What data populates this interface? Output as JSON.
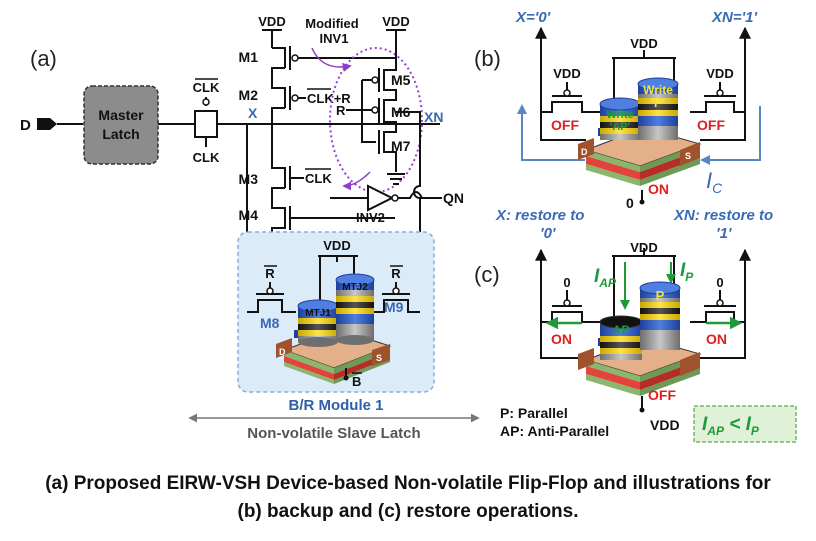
{
  "panel_a": {
    "label": "(a)",
    "d_input": "D",
    "master_latch_line1": "Master",
    "master_latch_line2": "Latch",
    "clk_bar": "CLK",
    "clk": "CLK",
    "node_x": "X",
    "node_xn": "XN",
    "vdd_left": "VDD",
    "vdd_right": "VDD",
    "modified_inv1_line1": "Modified",
    "modified_inv1_line2": "INV1",
    "m1": "M1",
    "m2": "M2",
    "m2_gate": "CLK+R",
    "m3": "M3",
    "m3_gate": "CLK",
    "m4": "M4",
    "m5": "M5",
    "m6": "M6",
    "m7": "M7",
    "r_gate": "R",
    "inv2": "INV2",
    "qn": "QN",
    "module_vdd": "VDD",
    "r_bar_left": "R",
    "r_bar_right": "R",
    "m8": "M8",
    "m9": "M9",
    "mtj1": "MTJ1",
    "mtj2": "MTJ2",
    "terminal_d": "D",
    "terminal_s": "S",
    "b_bar": "B",
    "module_title": "B/R Module 1",
    "slave_latch": "Non-volatile Slave Latch"
  },
  "panel_b": {
    "label": "(b)",
    "x_val": "X='0'",
    "xn_val": "XN='1'",
    "vdd_top": "VDD",
    "vdd_left": "VDD",
    "vdd_right": "VDD",
    "off_left": "OFF",
    "off_right": "OFF",
    "write_p_line1": "Write",
    "write_p_line2": "'P'",
    "write_ap_line1": "Write",
    "write_ap_line2": "'AP'",
    "on": "ON",
    "ic": "I",
    "ic_sub": "C",
    "zero": "0",
    "terminal_d": "D",
    "terminal_s": "S"
  },
  "panel_c": {
    "label": "(c)",
    "x_restore": "X: restore to",
    "x_restore_val": "'0'",
    "xn_restore": "XN: restore to",
    "xn_restore_val": "'1'",
    "vdd_top": "VDD",
    "iap": "I",
    "iap_sub": "AP",
    "ip": "I",
    "ip_sub": "P",
    "zero_left": "0",
    "zero_right": "0",
    "on_left": "ON",
    "on_right": "ON",
    "p": "P",
    "ap": "AP",
    "off": "OFF",
    "vdd_bottom": "VDD",
    "legend_p": "P: Parallel",
    "legend_ap": "AP: Anti-Parallel",
    "ineq_i1": "I",
    "ineq_sub1": "AP",
    "ineq_lt": " < ",
    "ineq_i2": "I",
    "ineq_sub2": "P"
  },
  "caption": {
    "line1": "(a) Proposed EIRW-VSH Device-based Non-volatile Flip-Flop and illustrations for",
    "line2": "(b) backup and (c) restore operations."
  },
  "colors": {
    "blue_label": "#3a6ab4",
    "red_label": "#e02020",
    "green_label": "#1f9a3a",
    "module_bg": "#dcebf8",
    "latch_gray": "#8c8c8c",
    "purple_dotted": "#9b3fd0"
  }
}
